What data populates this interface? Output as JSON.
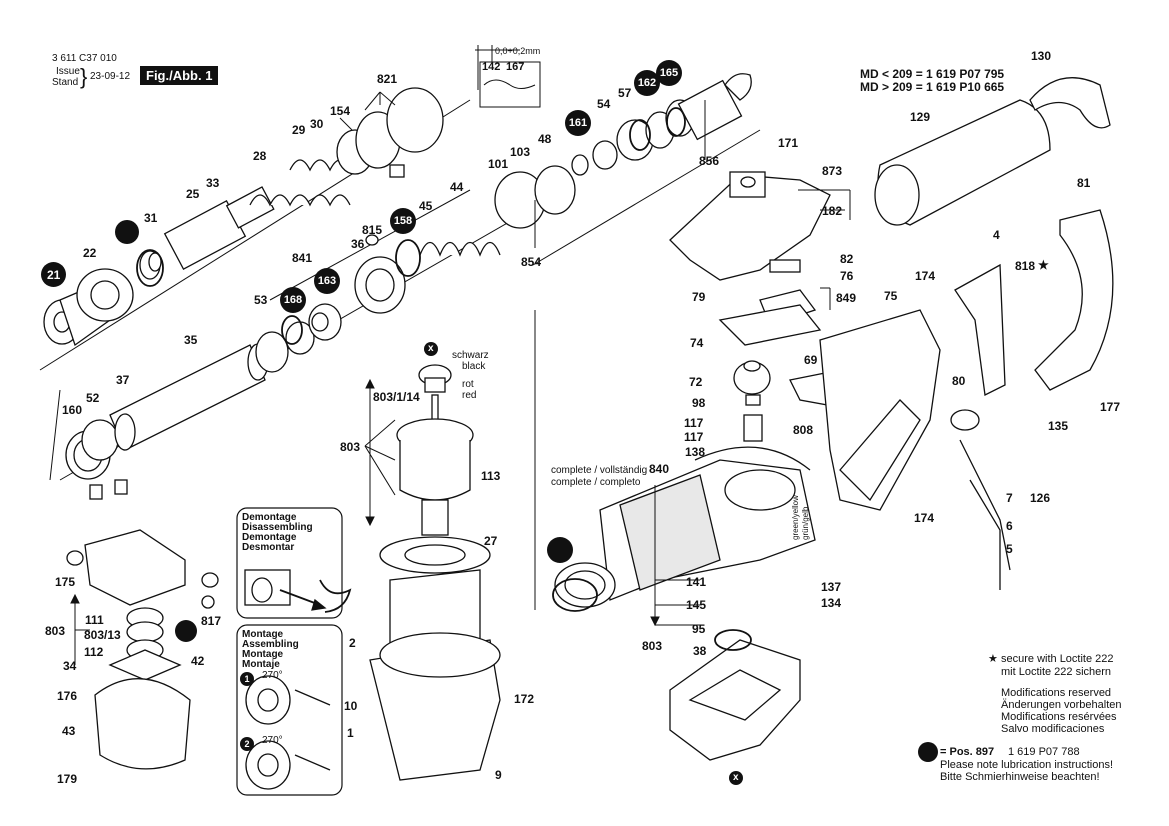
{
  "header": {
    "part_number": "3 611 C37 010",
    "issue_label": "Issue",
    "stand_label": "Stand",
    "issue_date": "23-09-12",
    "figure_label": "Fig./Abb. 1"
  },
  "md_notes": {
    "line1": "MD < 209 = 1 619 P07 795",
    "line2": "MD > 209 = 1 619 P10 665"
  },
  "tolerance": {
    "value": "0,0+0,2mm",
    "parts_a": "142",
    "parts_b": "167"
  },
  "callouts": {
    "c821": "821",
    "c154": "154",
    "c29": "29",
    "c30": "30",
    "c28": "28",
    "c25": "25",
    "c33": "33",
    "c31": "31",
    "c22": "22",
    "c21": "21",
    "c841": "841",
    "c815": "815",
    "c36": "36",
    "c45": "45",
    "c44": "44",
    "c101": "101",
    "c103": "103",
    "c48": "48",
    "c54": "54",
    "c57": "57",
    "c130": "130",
    "c129": "129",
    "c856": "856",
    "c854": "854",
    "c171": "171",
    "c873": "873",
    "c182": "182",
    "c82": "82",
    "c76": "76",
    "c79": "79",
    "c849": "849",
    "c74": "74",
    "c69": "69",
    "c72": "72",
    "c98": "98",
    "c117a": "117",
    "c117b": "117",
    "c138": "138",
    "c808": "808",
    "c4": "4",
    "c818": "818",
    "c174a": "174",
    "c75": "75",
    "c81": "81",
    "c80": "80",
    "c135": "135",
    "c177": "177",
    "c7": "7",
    "c126": "126",
    "c174b": "174",
    "c6": "6",
    "c5": "5",
    "c53": "53",
    "c35": "35",
    "c37": "37",
    "c52": "52",
    "c160": "160",
    "c803a": "803",
    "c803_1_14": "803/1/14",
    "c113": "113",
    "c27": "27",
    "c2": "2",
    "c10": "10",
    "c1": "1",
    "c172": "172",
    "c9": "9",
    "c175": "175",
    "c111": "111",
    "c803b": "803",
    "c803_13": "803/13",
    "c112": "112",
    "c817": "817",
    "c42": "42",
    "c34": "34",
    "c176": "176",
    "c43": "43",
    "c179": "179",
    "c840": "840",
    "c141": "141",
    "c137": "137",
    "c145": "145",
    "c134": "134",
    "c95": "95",
    "c803c": "803",
    "c38": "38"
  },
  "black_dot_callouts": {
    "d165": "165",
    "d162": "162",
    "d161": "161",
    "d158": "158",
    "d163": "163",
    "d168": "168"
  },
  "wire_labels": {
    "schwarz": "schwarz",
    "black": "black",
    "rot": "rot",
    "red": "red",
    "x_top": "x",
    "x_bottom": "x",
    "green_yellow": "green/yellow",
    "gruen_gelb": "grün/gelb"
  },
  "complete_note": {
    "line1": "complete / vollständig",
    "line2": "complete / completo"
  },
  "demontage": {
    "line1": "Demontage",
    "line2": "Disassembling",
    "line3": "Demontage",
    "line4": "Desmontar"
  },
  "montage": {
    "line1": "Montage",
    "line2": "Assembling",
    "line3": "Montage",
    "line4": "Montaje",
    "step1": "1",
    "step2": "2",
    "angle1": "270°",
    "angle2": "270°"
  },
  "footnotes": {
    "star": "★",
    "loctite_en": "secure with Loctite 222",
    "loctite_de": "mit Loctite 222 sichern",
    "mod_en": "Modifications reserved",
    "mod_de": "Änderungen vorbehalten",
    "mod_fr": "Modifications resérvées",
    "mod_es": "Salvo modificaciones",
    "pos_label": "= Pos. 897",
    "pos_number": "1 619 P07 788",
    "lube_en": "Please note lubrication instructions!",
    "lube_de": "Bitte Schmierhinweise beachten!"
  },
  "colors": {
    "ink": "#111111",
    "paper": "#ffffff",
    "shade": "#cccccc"
  }
}
